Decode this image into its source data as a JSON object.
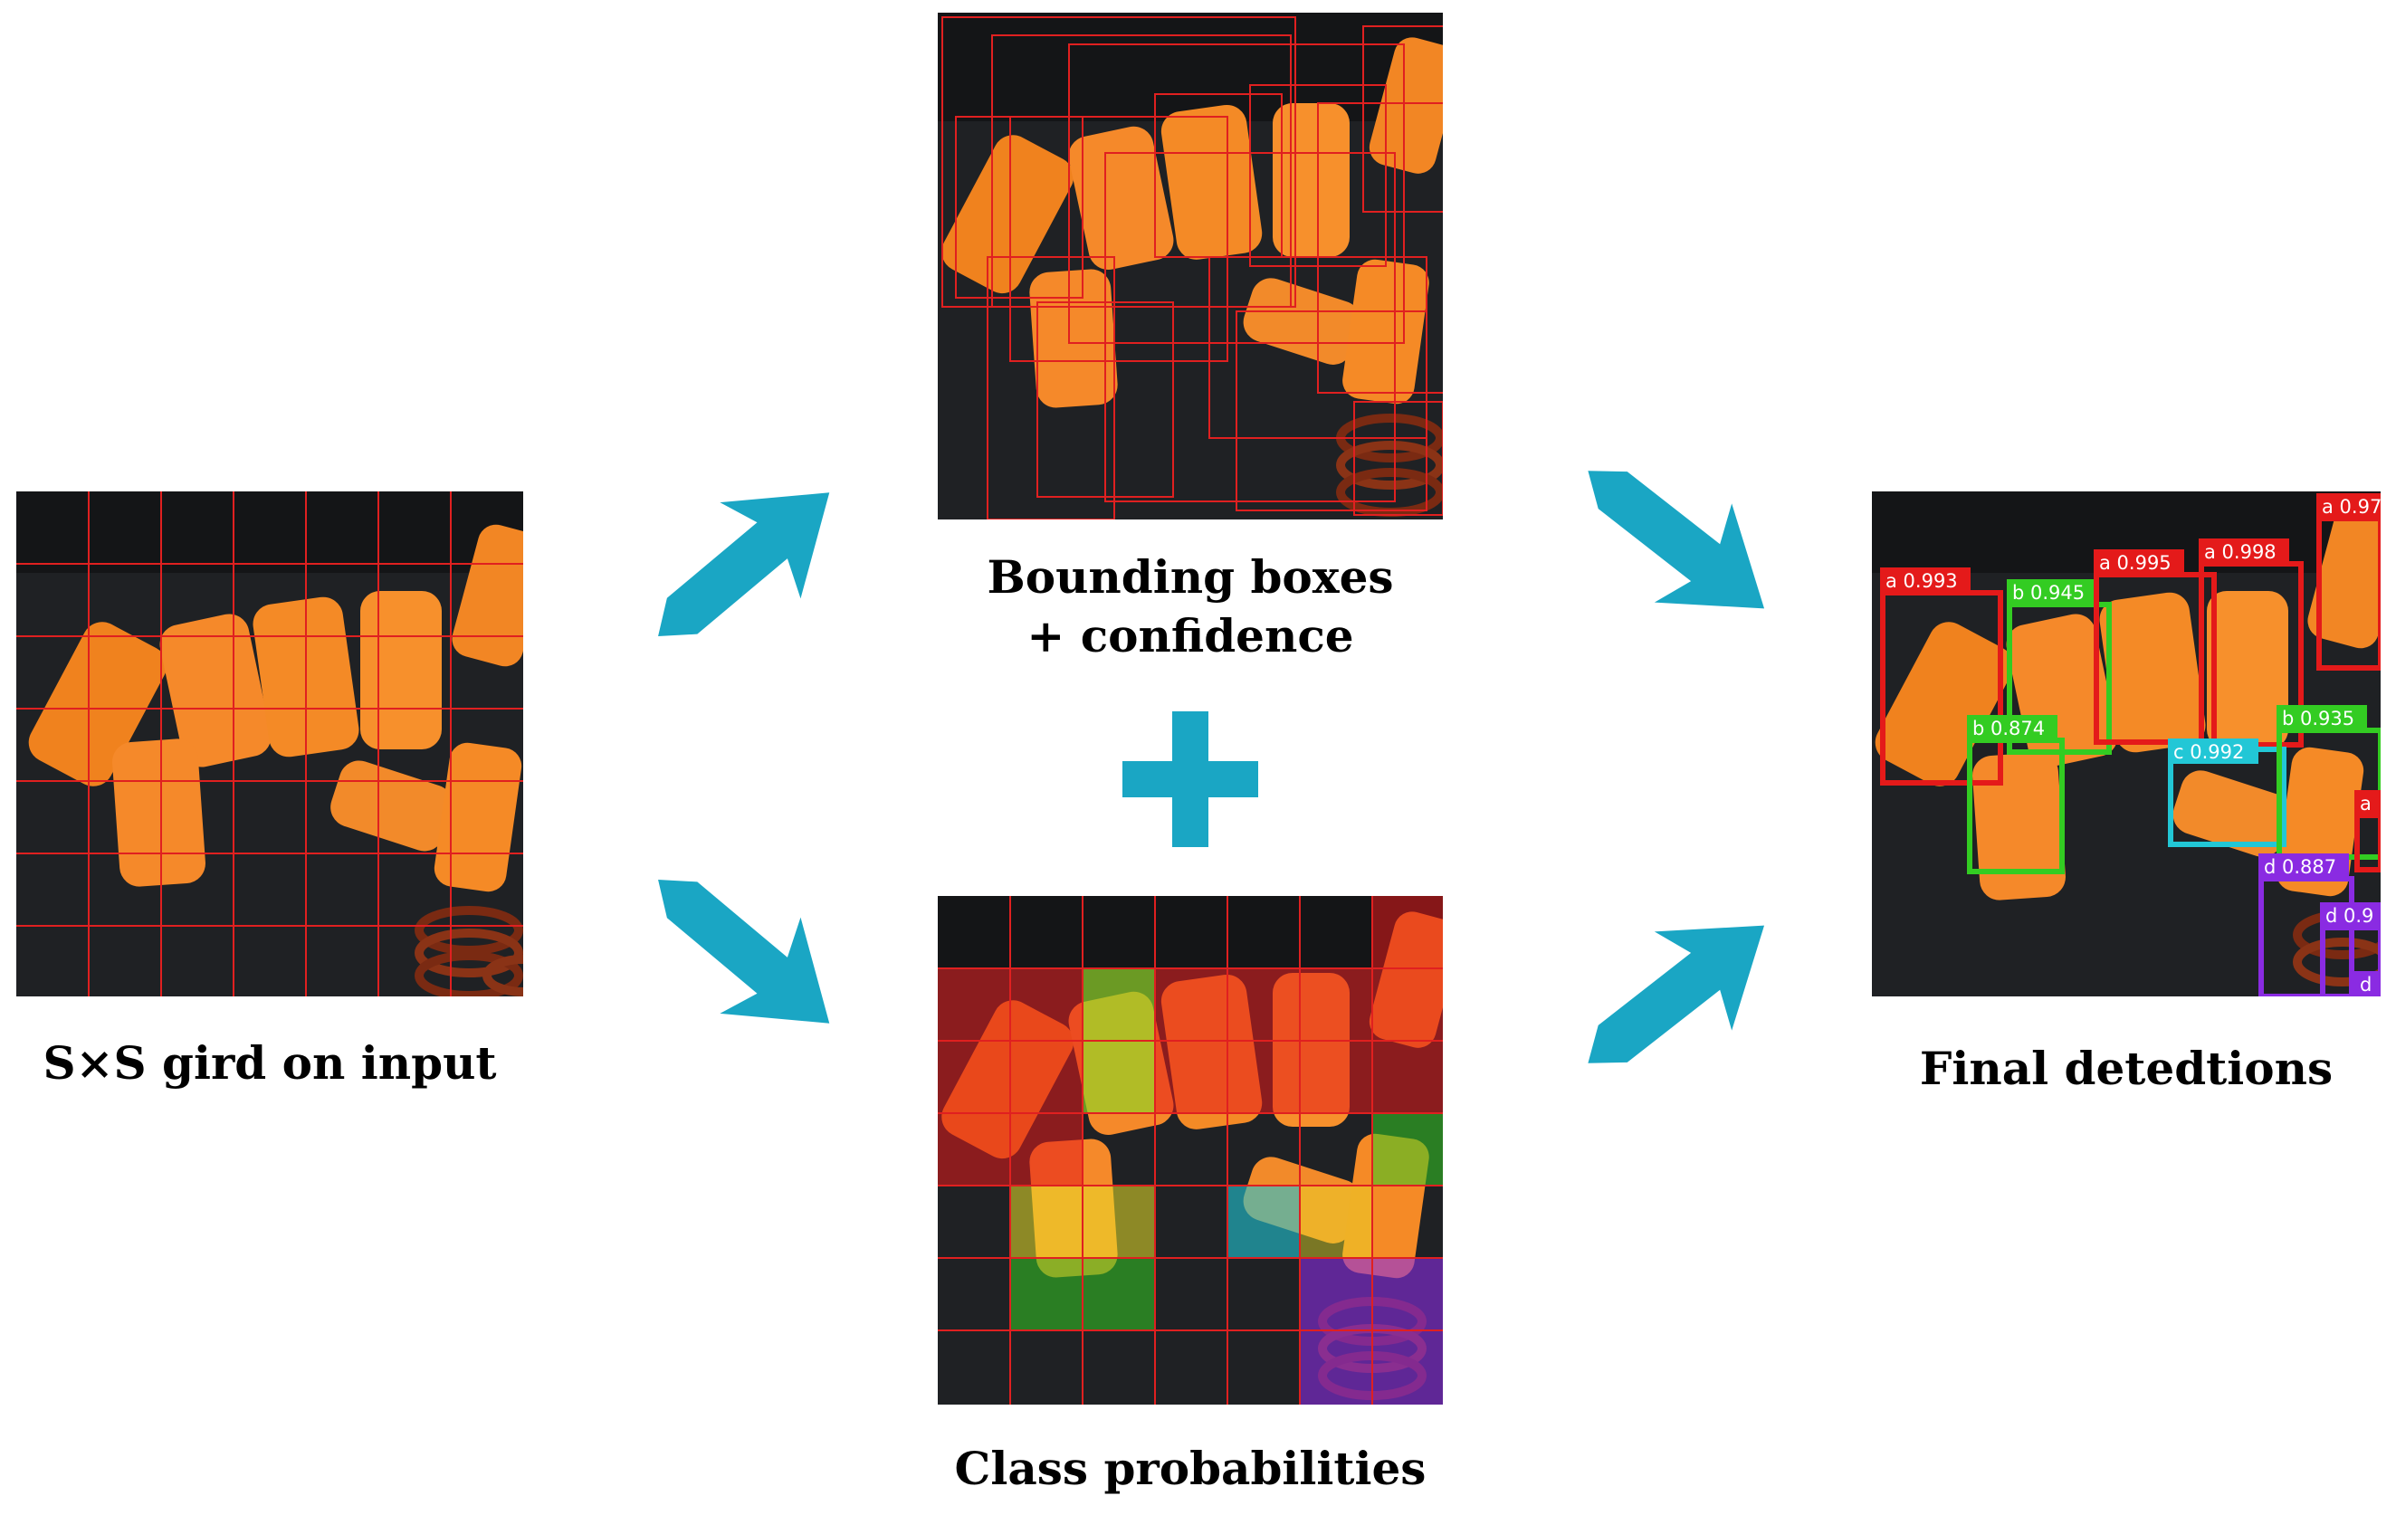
{
  "captions": {
    "grid": "S×S gird on input",
    "boxes_line1": "Bounding boxes",
    "boxes_line2": "+ confidence",
    "classes": "Class probabilities",
    "final": "Final detedtions"
  },
  "detections": [
    {
      "label": "a 0.993",
      "color": "#e41a1a"
    },
    {
      "label": "b 0.945",
      "color": "#33cc22"
    },
    {
      "label": "a 0.995",
      "color": "#e41a1a"
    },
    {
      "label": "a 0.998",
      "color": "#e41a1a"
    },
    {
      "label": "a 0.97",
      "color": "#e41a1a"
    },
    {
      "label": "b 0.874",
      "color": "#33cc22"
    },
    {
      "label": "c 0.992",
      "color": "#22c7d6"
    },
    {
      "label": "b 0.935",
      "color": "#33cc22"
    },
    {
      "label": "d 0.887",
      "color": "#8a2be2"
    },
    {
      "label": "d 0.9",
      "color": "#8a2be2"
    },
    {
      "label": "a",
      "color": "#e41a1a"
    },
    {
      "label": "d",
      "color": "#8a2be2"
    }
  ],
  "colors": {
    "arrow": "#1aa6c4",
    "grid_line": "#e02020",
    "class_a": "#e41a1a",
    "class_b": "#33cc22",
    "class_c": "#22c7d6",
    "class_d": "#8a2be2",
    "class_e": "#e8e028"
  }
}
